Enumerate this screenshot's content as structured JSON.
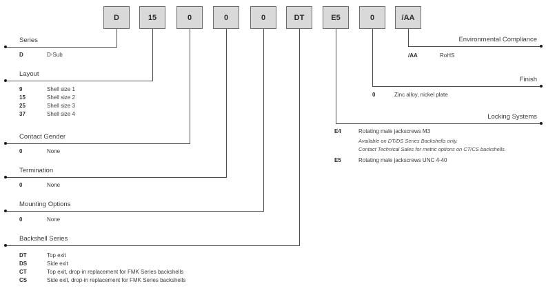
{
  "part_number": {
    "segments": [
      {
        "code": "D"
      },
      {
        "code": "15"
      },
      {
        "code": "0"
      },
      {
        "code": "0"
      },
      {
        "code": "0"
      },
      {
        "code": "DT"
      },
      {
        "code": "E5"
      },
      {
        "code": "0"
      },
      {
        "code": "/AA"
      }
    ]
  },
  "sections": {
    "series": {
      "label": "Series",
      "items": [
        {
          "code": "D",
          "desc": "D-Sub"
        }
      ]
    },
    "layout": {
      "label": "Layout",
      "items": [
        {
          "code": "9",
          "desc": "Shell size 1"
        },
        {
          "code": "15",
          "desc": "Shell size 2"
        },
        {
          "code": "25",
          "desc": "Shell size 3"
        },
        {
          "code": "37",
          "desc": "Shell size 4"
        }
      ]
    },
    "contact_gender": {
      "label": "Contact Gender",
      "items": [
        {
          "code": "0",
          "desc": "None"
        }
      ]
    },
    "termination": {
      "label": "Termination",
      "items": [
        {
          "code": "0",
          "desc": "None"
        }
      ]
    },
    "mounting_options": {
      "label": "Mounting Options",
      "items": [
        {
          "code": "0",
          "desc": "None"
        }
      ]
    },
    "backshell_series": {
      "label": "Backshell Series",
      "items": [
        {
          "code": "DT",
          "desc": "Top exit"
        },
        {
          "code": "DS",
          "desc": "Side exit"
        },
        {
          "code": "CT",
          "desc": "Top exit, drop-in replacement for FMK Series backshells"
        },
        {
          "code": "CS",
          "desc": "Side exit, drop-in replacement for FMK Series backshells"
        }
      ]
    },
    "environmental_compliance": {
      "label": "Environmental Compliance",
      "items": [
        {
          "code": "/AA",
          "desc": "RoHS"
        }
      ]
    },
    "finish": {
      "label": "Finish",
      "items": [
        {
          "code": "0",
          "desc": "Zinc alloy, nickel plate"
        }
      ]
    },
    "locking_systems": {
      "label": "Locking Systems",
      "items": [
        {
          "code": "E4",
          "desc": "Rotating male jackscrews M3",
          "notes": [
            "Available on DT/DS Series Backshells only.",
            "Contact Technical Sales for metric options on CT/CS backshells."
          ]
        },
        {
          "code": "E5",
          "desc": "Rotating male jackscrews UNC 4-40"
        }
      ]
    }
  },
  "colors": {
    "box_fill": "#d9d9d9",
    "box_border": "#6b6b6b",
    "connector_line": "#4d4d4d",
    "text": "#3a3a3a"
  }
}
